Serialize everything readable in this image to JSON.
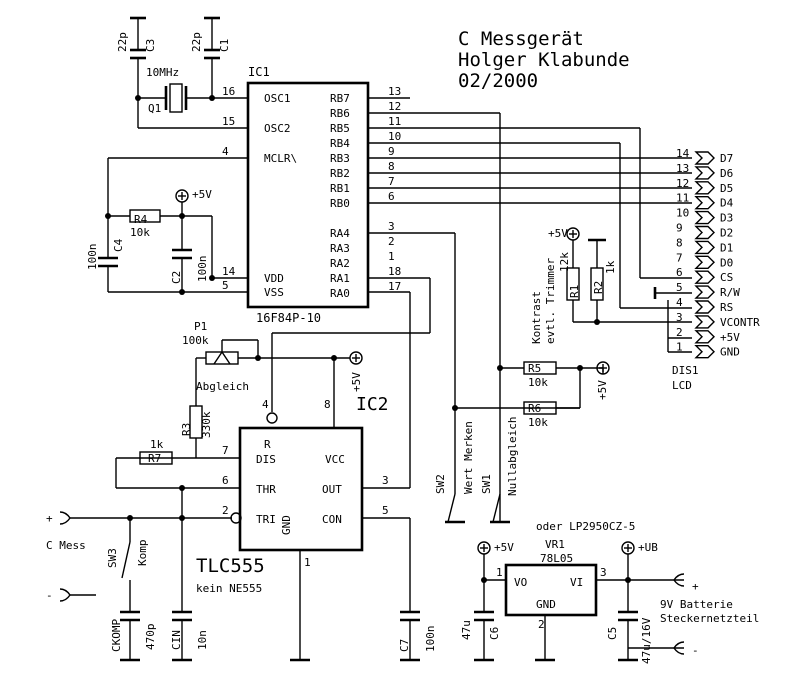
{
  "title": [
    "C Messgerät",
    "Holger Klabunde",
    "02/2000"
  ],
  "ic1": {
    "ref": "IC1",
    "part": "16F84P-10",
    "left_pins": [
      {
        "name": "OSC1",
        "num": "16"
      },
      {
        "name": "OSC2",
        "num": "15"
      },
      {
        "name": "MCLR\\",
        "num": "4"
      },
      {
        "name": "VDD",
        "num": "14"
      },
      {
        "name": "VSS",
        "num": "5"
      }
    ],
    "right_pins": [
      {
        "name": "RB7",
        "num": "13"
      },
      {
        "name": "RB6",
        "num": "12"
      },
      {
        "name": "RB5",
        "num": "11"
      },
      {
        "name": "RB4",
        "num": "10"
      },
      {
        "name": "RB3",
        "num": "9"
      },
      {
        "name": "RB2",
        "num": "8"
      },
      {
        "name": "RB1",
        "num": "7"
      },
      {
        "name": "RB0",
        "num": "6"
      },
      {
        "name": "RA4",
        "num": "3"
      },
      {
        "name": "RA3",
        "num": "2"
      },
      {
        "name": "RA2",
        "num": "1"
      },
      {
        "name": "RA1",
        "num": "18"
      },
      {
        "name": "RA0",
        "num": "17"
      }
    ]
  },
  "ic2": {
    "ref": "IC2",
    "part": "TLC555",
    "note": "kein NE555",
    "pins": {
      "dis": "DIS",
      "thr": "THR",
      "tri": "TRI",
      "vcc": "VCC",
      "out": "OUT",
      "con": "CON",
      "gnd": "GND",
      "r": "R",
      "n7": "7",
      "n6": "6",
      "n2": "2",
      "n4": "4",
      "n8": "8",
      "n3": "3",
      "n5": "5",
      "n1": "1"
    }
  },
  "lcd": {
    "ref": "DIS1",
    "type": "LCD",
    "pins": [
      {
        "num": "14",
        "name": "D7"
      },
      {
        "num": "13",
        "name": "D6"
      },
      {
        "num": "12",
        "name": "D5"
      },
      {
        "num": "11",
        "name": "D4"
      },
      {
        "num": "10",
        "name": "D3"
      },
      {
        "num": "9",
        "name": "D2"
      },
      {
        "num": "8",
        "name": "D1"
      },
      {
        "num": "7",
        "name": "D0"
      },
      {
        "num": "6",
        "name": "CS"
      },
      {
        "num": "5",
        "name": "R/W"
      },
      {
        "num": "4",
        "name": "RS"
      },
      {
        "num": "3",
        "name": "VCONTR"
      },
      {
        "num": "2",
        "name": "+5V"
      },
      {
        "num": "1",
        "name": "GND"
      }
    ]
  },
  "labels": {
    "c3_val": "22p",
    "c3_ref": "C3",
    "c1_val": "22p",
    "c1_ref": "C1",
    "xtal_val": "10MHz",
    "xtal_ref": "Q1",
    "r4_ref": "R4",
    "r4_val": "10k",
    "c4_val": "100n",
    "c4_ref": "C4",
    "c2_ref": "C2",
    "c2_val": "100n",
    "supply_5v": "+5V",
    "p1_ref": "P1",
    "p1_val": "100k",
    "p1_name": "Abgleich",
    "r3_ref": "R3",
    "r3_val": "330k",
    "r7_val": "1k",
    "r7_ref": "R7",
    "c_mess": "C Mess",
    "plus": "+",
    "minus": "-",
    "sw3_ref": "SW3",
    "sw3_name": "Komp",
    "ckomp_ref": "CKOMP",
    "ckomp_val": "470p",
    "cin_ref": "CIN",
    "cin_val": "10n",
    "c7_ref": "C7",
    "c7_val": "100n",
    "sw2_ref": "SW2",
    "sw2_name": "Wert Merken",
    "sw1_ref": "SW1",
    "sw1_name": "Nullabgleich",
    "r5_ref": "R5",
    "r5_val": "10k",
    "r6_ref": "R6",
    "r6_val": "10k",
    "r1_ref": "R1",
    "r1_val": "12k",
    "r2_ref": "R2",
    "r2_val": "1k",
    "kontrast": [
      "Kontrast",
      "evtl. Trimmer"
    ],
    "oder": "oder LP2950CZ-5",
    "vr1_ref": "VR1",
    "vr1_part": "78L05",
    "vr_vo": "VO",
    "vr_vi": "VI",
    "vr_gnd": "GND",
    "vr_p1": "1",
    "vr_p2": "2",
    "vr_p3": "3",
    "ub": "+UB",
    "c6_val": "47u",
    "c6_ref": "C6",
    "c5_ref": "C5",
    "c5_val": "47u/16V",
    "batt": [
      "9V Batterie",
      "Steckernetzteil"
    ]
  }
}
